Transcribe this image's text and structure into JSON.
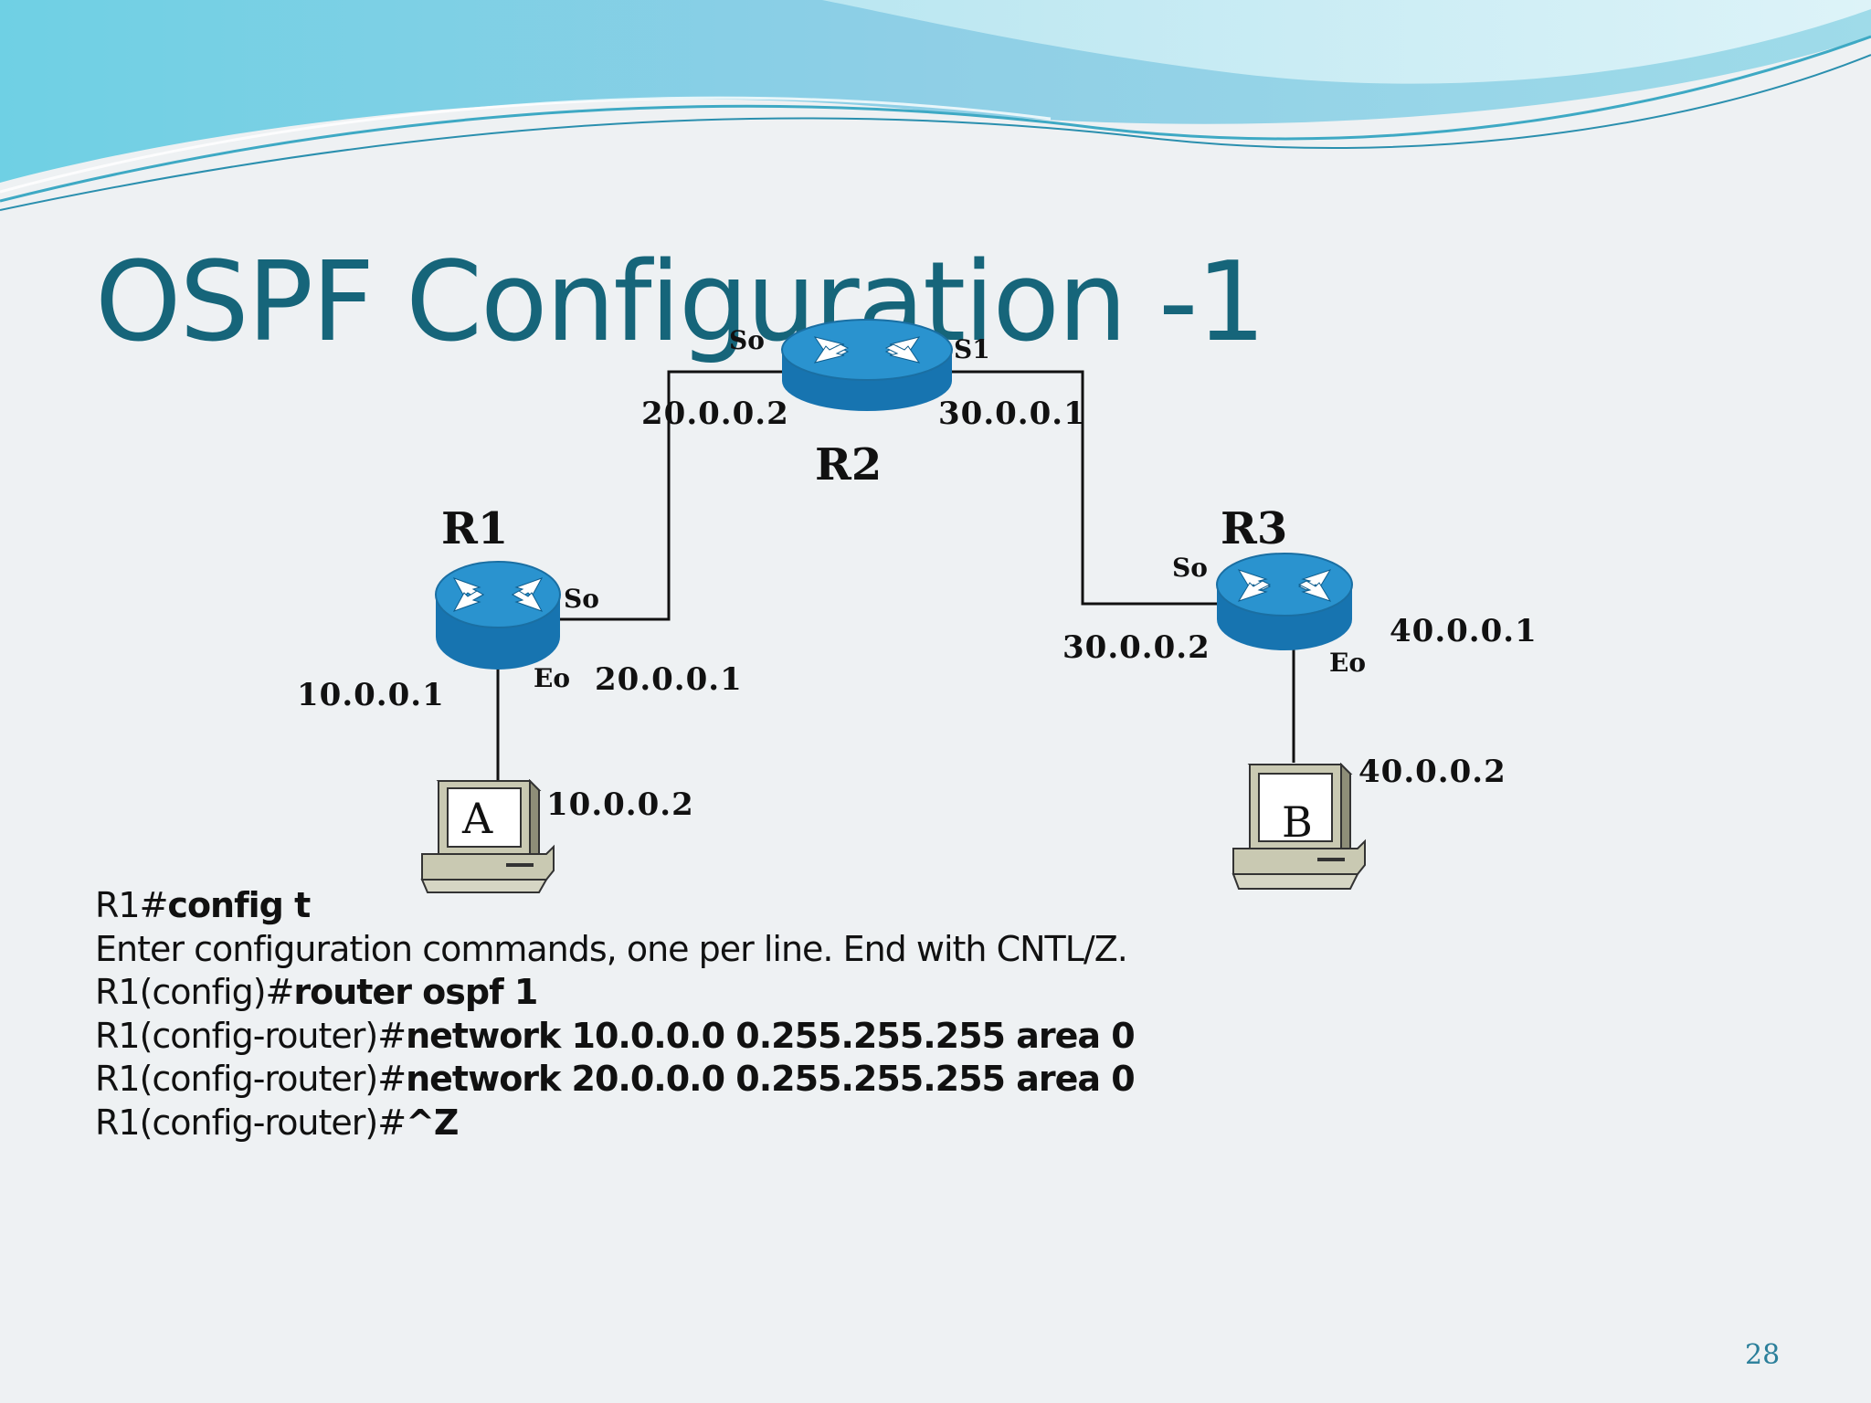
{
  "slide": {
    "title": "OSPF Configuration -1",
    "page_number": "28"
  },
  "routers": [
    {
      "name": "R1",
      "interfaces": {
        "serial": "So",
        "ethernet": "Eo"
      }
    },
    {
      "name": "R2",
      "interfaces": {
        "serial0": "So",
        "serial1": "S1"
      }
    },
    {
      "name": "R3",
      "interfaces": {
        "serial": "So",
        "ethernet": "Eo"
      }
    }
  ],
  "addresses": {
    "r1_e0": "10.0.0.1",
    "r1_s0": "20.0.0.1",
    "r2_s0": "20.0.0.2",
    "r2_s1": "30.0.0.1",
    "r3_s0": "30.0.0.2",
    "r3_e0": "40.0.0.1",
    "host_a": "10.0.0.2",
    "host_b": "40.0.0.2"
  },
  "hosts": [
    {
      "label": "A"
    },
    {
      "label": "B"
    }
  ],
  "cli": [
    {
      "prompt": "R1#",
      "command": "config t"
    },
    {
      "prompt": "Enter configuration commands, one per line. End with CNTL/Z.",
      "command": ""
    },
    {
      "prompt": "R1(config)#",
      "command": "router ospf 1"
    },
    {
      "prompt": "R1(config-router)#",
      "command": "network 10.0.0.0 0.255.255.255 area 0"
    },
    {
      "prompt": "R1(config-router)#",
      "command": "network 20.0.0.0 0.255.255.255 area 0"
    },
    {
      "prompt": "R1(config-router)#",
      "command": "^Z"
    }
  ],
  "colors": {
    "title": "#16657a",
    "router_top": "#2a93cf",
    "router_side": "#1774b0",
    "wave_light": "#a7e0ee",
    "wave_dark": "#5cc4dc"
  }
}
